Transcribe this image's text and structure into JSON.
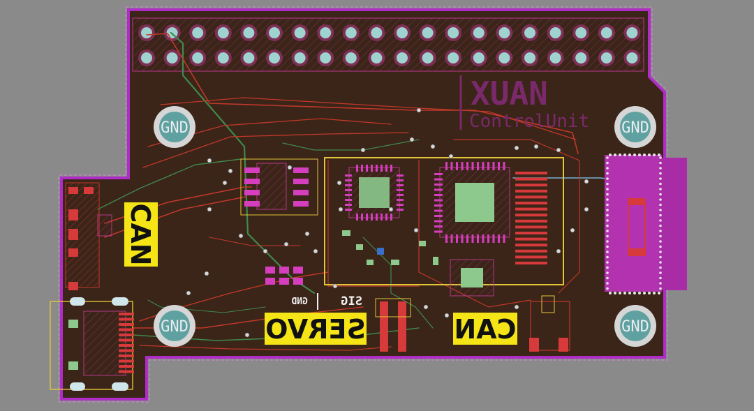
{
  "colors": {
    "background": "#8a8a8a",
    "board_fill": "#3b2418",
    "board_outline": "#b02cc6",
    "copper_trace": "#c0392b",
    "inner_trace": "#3f8a4c",
    "pad_magenta": "#d53fbf",
    "pad_green": "#8dc98d",
    "hole_fill": "#9fd3cf",
    "label_bg": "#f5e516",
    "label_text": "#111111",
    "silk_text": "#7a2a6a",
    "gnd_text": "#e8ecef",
    "mounting_ring": "#d6d6d6",
    "outline_yellow": "#e3c53a"
  },
  "silkscreen": {
    "brand": "XUAN",
    "subtitle": "ControlUnit"
  },
  "mounting_holes": [
    {
      "label": "GND"
    },
    {
      "label": "GND"
    },
    {
      "label": "GND"
    },
    {
      "label": "GND"
    }
  ],
  "header": {
    "rows": 2,
    "pins_per_row": 20
  },
  "labels": {
    "can_left": "CAN",
    "servo": "SERVO",
    "can_bottom": "CAN",
    "servo_sig": "SIG",
    "servo_gnd": "GND"
  }
}
